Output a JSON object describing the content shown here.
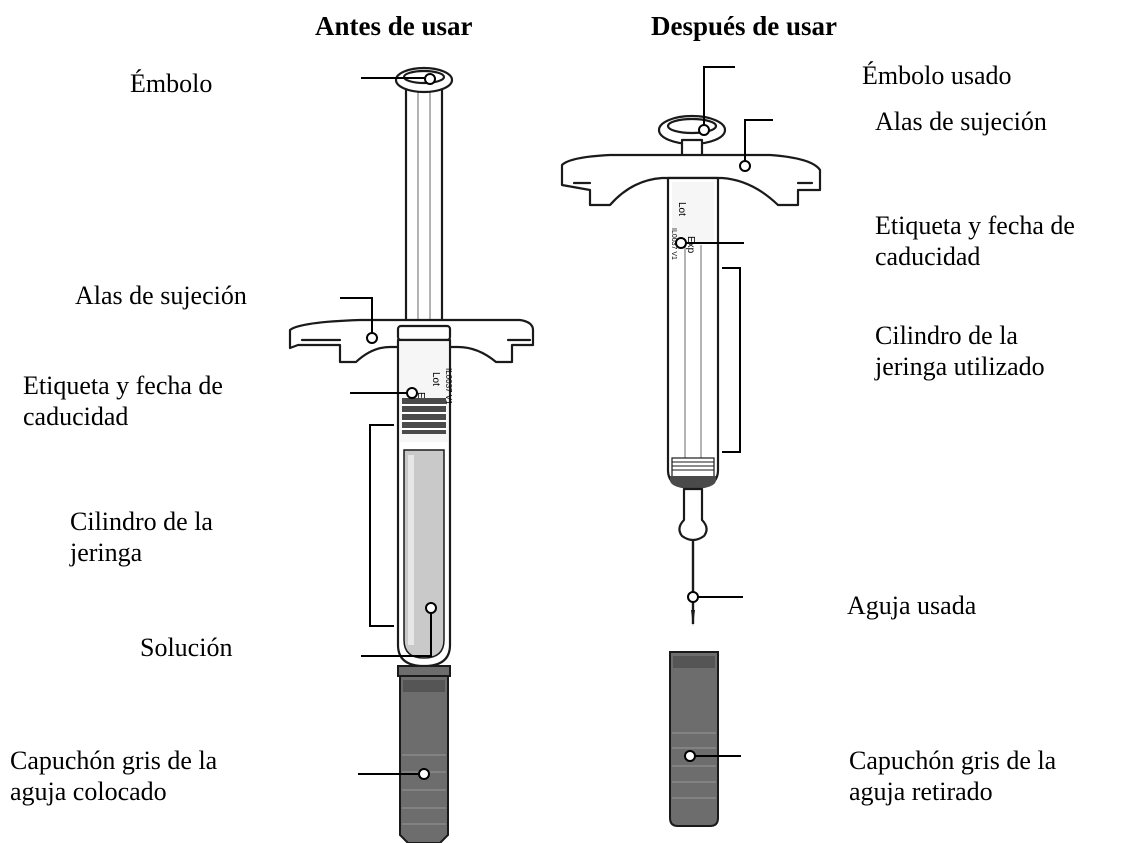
{
  "headings": {
    "before": "Antes de usar",
    "after": "Después de usar"
  },
  "before_labels": {
    "plunger": "Émbolo",
    "finger_grips": "Alas de sujeción",
    "label_expiry": [
      "Etiqueta y fecha de",
      "caducidad"
    ],
    "barrel": [
      "Cilindro de la",
      "jeringa"
    ],
    "solution": "Solución",
    "cap": [
      "Capuchón gris de la",
      "aguja colocado"
    ]
  },
  "after_labels": {
    "plunger": "Émbolo usado",
    "finger_grips": "Alas de sujeción",
    "label_expiry": [
      "Etiqueta y fecha de",
      "caducidad"
    ],
    "barrel": [
      "Cilindro de la",
      "jeringa utilizado"
    ],
    "needle": "Aguja usada",
    "cap": [
      "Capuchón gris de la",
      "aguja retirado"
    ]
  },
  "syringe_print": {
    "lot": "Lot",
    "exp": "Exp",
    "code": "IL0037 V1"
  },
  "colors": {
    "outline": "#1a1a1a",
    "solution": "#c9c9c9",
    "barrel_empty": "#f3f3f3",
    "cap": "#6d6d6d",
    "cap_dark": "#555555",
    "stopper": "#4a4a4a"
  }
}
